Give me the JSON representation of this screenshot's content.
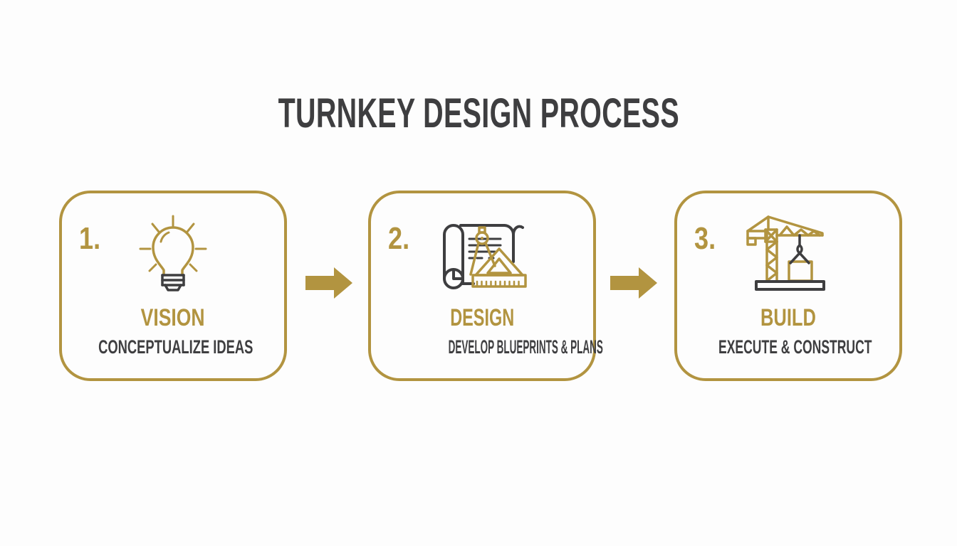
{
  "title": "TURNKEY DESIGN PROCESS",
  "colors": {
    "gold": "#B29440",
    "dark": "#3E3E40",
    "background": "#FDFDFD"
  },
  "steps": [
    {
      "number": "1.",
      "icon": "lightbulb-icon",
      "title": "VISION",
      "subtitle": "CONCEPTUALIZE IDEAS"
    },
    {
      "number": "2.",
      "icon": "blueprint-icon",
      "title": "DESIGN",
      "subtitle": "DEVELOP BLUEPRINTS & PLANS"
    },
    {
      "number": "3.",
      "icon": "crane-icon",
      "title": "BUILD",
      "subtitle": "EXECUTE & CONSTRUCT"
    }
  ],
  "connectors": [
    {
      "icon": "arrow-right-icon"
    },
    {
      "icon": "arrow-right-icon"
    }
  ]
}
